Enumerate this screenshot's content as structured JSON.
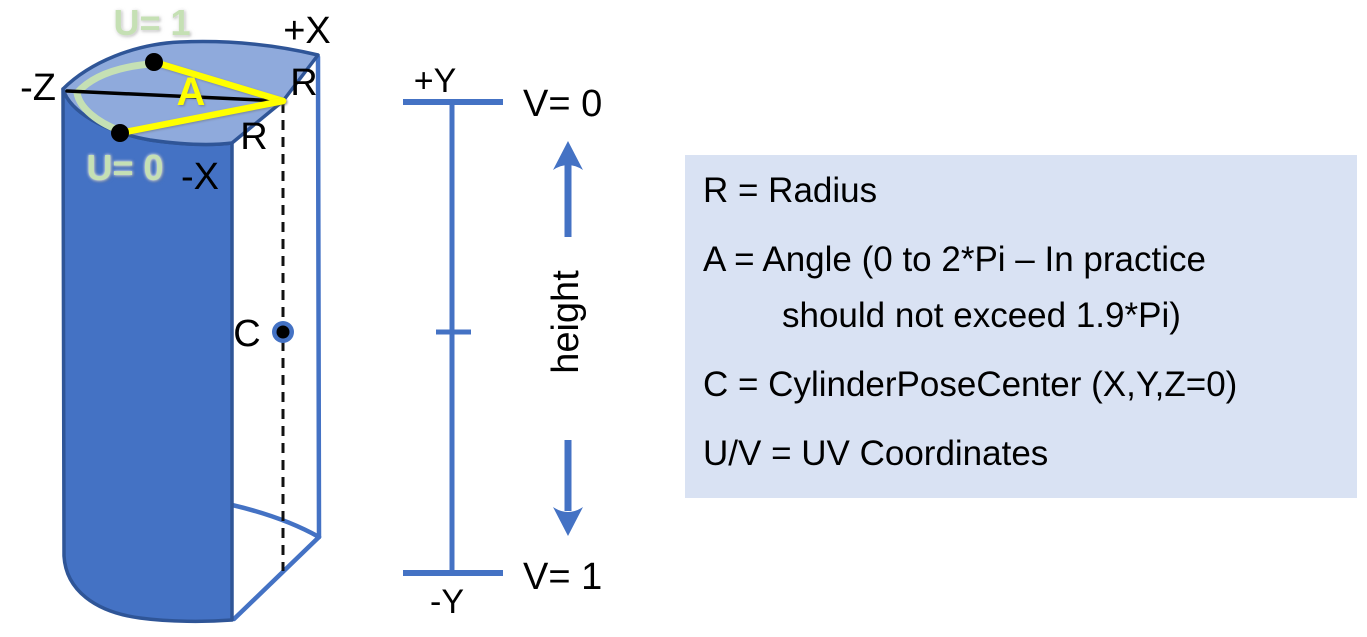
{
  "figure": {
    "cylinder": {
      "label_u1": "U= 1",
      "label_u0": "U= 0",
      "label_plus_x": "+X",
      "label_minus_x": "-X",
      "label_minus_z": "-Z",
      "label_angle": "A",
      "label_radius_upper": "R",
      "label_radius_lower": "R",
      "label_center": "C"
    },
    "height_axis": {
      "label_plus_y": "+Y",
      "label_minus_y": "-Y",
      "label_v0": "V= 0",
      "label_v1": "V= 1",
      "label_height": "height"
    },
    "colors": {
      "cylinder_body": "#4472C4",
      "cylinder_top_face": "#8FAADC",
      "cylinder_outline": "#2F5597",
      "interior_edge_blue": "#4472C4",
      "uv_seam_green": "#C5E0B4",
      "angle_yellow": "#FFFF00",
      "axis_blue": "#4472C4",
      "legend_background": "#D9E2F3",
      "text_black": "#000000"
    }
  },
  "legend": {
    "line_r": "R = Radius",
    "line_a_1": "A = Angle (0 to 2*Pi – In practice",
    "line_a_2": "should not exceed 1.9*Pi)",
    "line_c": "C = CylinderPoseCenter (X,Y,Z=0)",
    "line_uv": "U/V = UV Coordinates"
  }
}
